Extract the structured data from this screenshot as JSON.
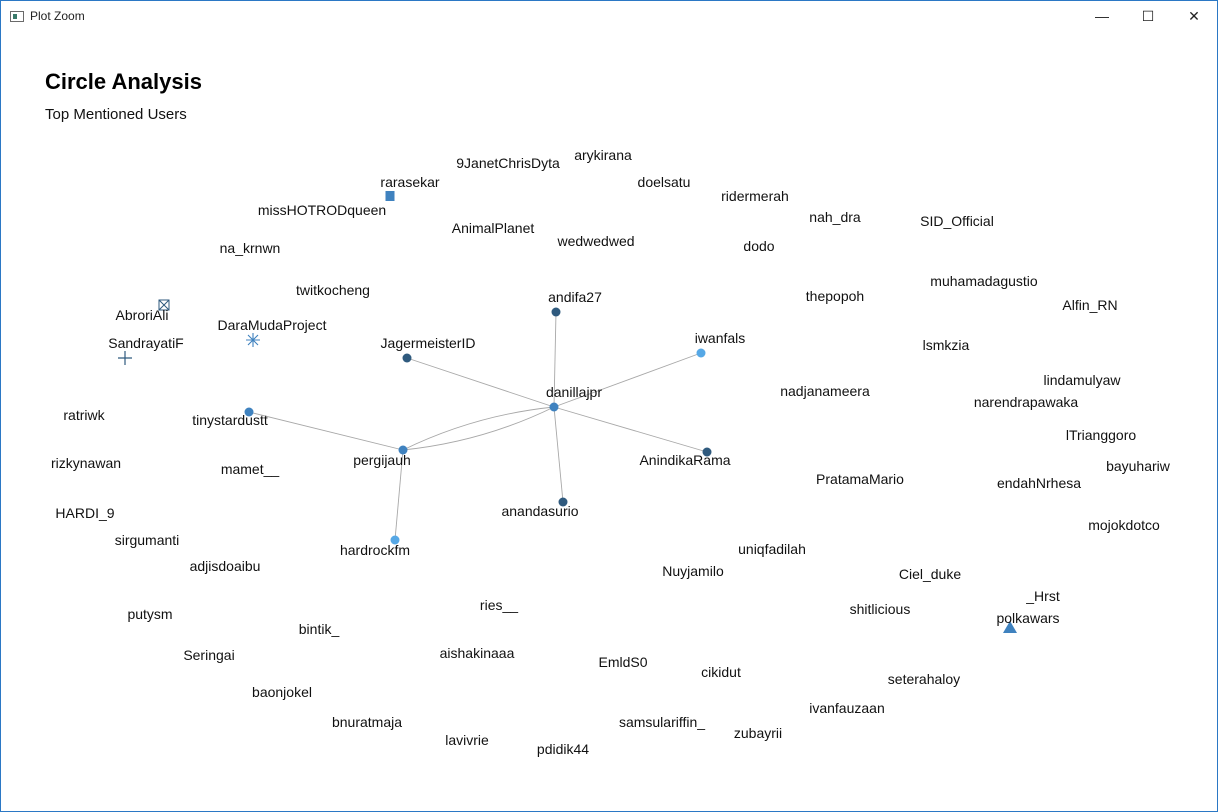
{
  "window": {
    "title": "Plot Zoom",
    "controls": {
      "minimize": "—",
      "maximize": "☐",
      "close": "✕"
    }
  },
  "plot": {
    "title": "Circle Analysis",
    "subtitle": "Top Mentioned Users"
  },
  "colors": {
    "dark": "#2f5a7e",
    "mid": "#3f82bf",
    "light": "#56a8e6",
    "edge": "#a8a8a8"
  },
  "graph": {
    "labels": [
      "9JanetChrisDyta",
      "arykirana",
      "doelsatu",
      "ridermerah",
      "rarasekar",
      "missHOTRODqueen",
      "nah_dra",
      "SID_Official",
      "AnimalPlanet",
      "wedwedwed",
      "dodo",
      "na_krnwn",
      "twitkocheng",
      "andifa27",
      "thepopoh",
      "muhamadagustio",
      "Alfin_RN",
      "AbroriAli",
      "DaraMudaProject",
      "SandrayatiF",
      "JagermeisterID",
      "iwanfals",
      "lsmkzia",
      "danillajpr",
      "lindamulyaw",
      "nadjanameera",
      "narendrapawaka",
      "ratriwk",
      "tinystardustt",
      "lTrianggoro",
      "pergijauh",
      "AnindikaRama",
      "rizkynawan",
      "mamet__",
      "bayuhariw",
      "PratamaMario",
      "endahNrhesa",
      "anandasurio",
      "HARDI_9",
      "mojokdotco",
      "sirgumanti",
      "hardrockfm",
      "uniqfadilah",
      "adjisdoaibu",
      "Nuyjamilo",
      "Ciel_duke",
      "_Hrst",
      "ries__",
      "shitlicious",
      "putysm",
      "polkawars",
      "bintik_",
      "aishakinaaa",
      "Seringai",
      "EmldS0",
      "cikidut",
      "seterahaloy",
      "baonjokel",
      "ivanfauzaan",
      "bnuratmaja",
      "samsulariffin_",
      "zubayrii",
      "lavivrie",
      "pdidik44"
    ],
    "edges": [
      [
        "danillajpr",
        "andifa27"
      ],
      [
        "danillajpr",
        "JagermeisterID"
      ],
      [
        "danillajpr",
        "iwanfals"
      ],
      [
        "danillajpr",
        "AnindikaRama"
      ],
      [
        "danillajpr",
        "anandasurio"
      ],
      [
        "danillajpr",
        "pergijauh"
      ],
      [
        "pergijauh",
        "danillajpr"
      ],
      [
        "pergijauh",
        "tinystardustt"
      ],
      [
        "pergijauh",
        "hardrockfm"
      ]
    ],
    "node_styles": {
      "danillajpr": {
        "shape": "circle",
        "color": "mid"
      },
      "andifa27": {
        "shape": "circle",
        "color": "dark"
      },
      "JagermeisterID": {
        "shape": "circle",
        "color": "dark"
      },
      "iwanfals": {
        "shape": "circle",
        "color": "light"
      },
      "AnindikaRama": {
        "shape": "circle",
        "color": "dark"
      },
      "anandasurio": {
        "shape": "circle",
        "color": "dark"
      },
      "pergijauh": {
        "shape": "circle",
        "color": "mid"
      },
      "tinystardustt": {
        "shape": "circle",
        "color": "mid"
      },
      "hardrockfm": {
        "shape": "circle",
        "color": "light"
      },
      "rarasekar": {
        "shape": "square",
        "color": "mid"
      },
      "AbroriAli": {
        "shape": "boxx",
        "color": "dark"
      },
      "DaraMudaProject": {
        "shape": "asterisk",
        "color": "mid"
      },
      "SandrayatiF": {
        "shape": "plus",
        "color": "dark"
      },
      "polkawars": {
        "shape": "triangle",
        "color": "mid"
      }
    }
  }
}
